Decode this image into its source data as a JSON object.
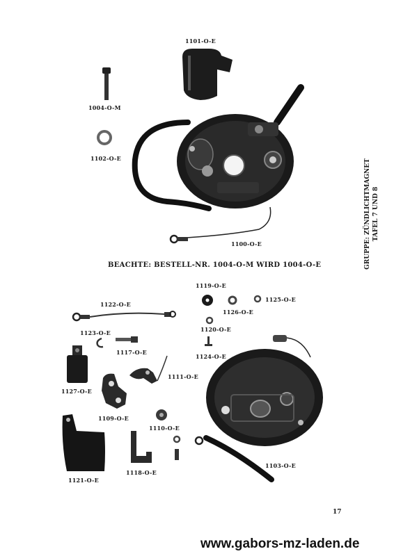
{
  "parts": {
    "p1101": "1101-O-E",
    "p1004": "1004-O-M",
    "p1102": "1102-O-E",
    "p1100": "1100-O-E",
    "p1119": "1119-O-E",
    "p1126": "1126-O-E",
    "p1125": "1125-O-E",
    "p1122": "1122-O-E",
    "p1120": "1120-O-E",
    "p1123": "1123-O-E",
    "p1124": "1124-O-E",
    "p1117": "1117-O-E",
    "p1111": "1111-O-E",
    "p1127": "1127-O-E",
    "p1109": "1109-O-E",
    "p1110": "1110-O-E",
    "p1121": "1121-O-E",
    "p1118": "1118-O-E",
    "p1103": "1103-O-E"
  },
  "note": "BEACHTE: BESTELL-NR. 1004-O-M WIRD 1004-O-E",
  "side_title_1": "GRUPPE: ZÜNDLICHTMAGNET",
  "side_title_2": "TAFEL 7 UND 8",
  "page_number": "17",
  "website": "www.gabors-mz-laden.de"
}
